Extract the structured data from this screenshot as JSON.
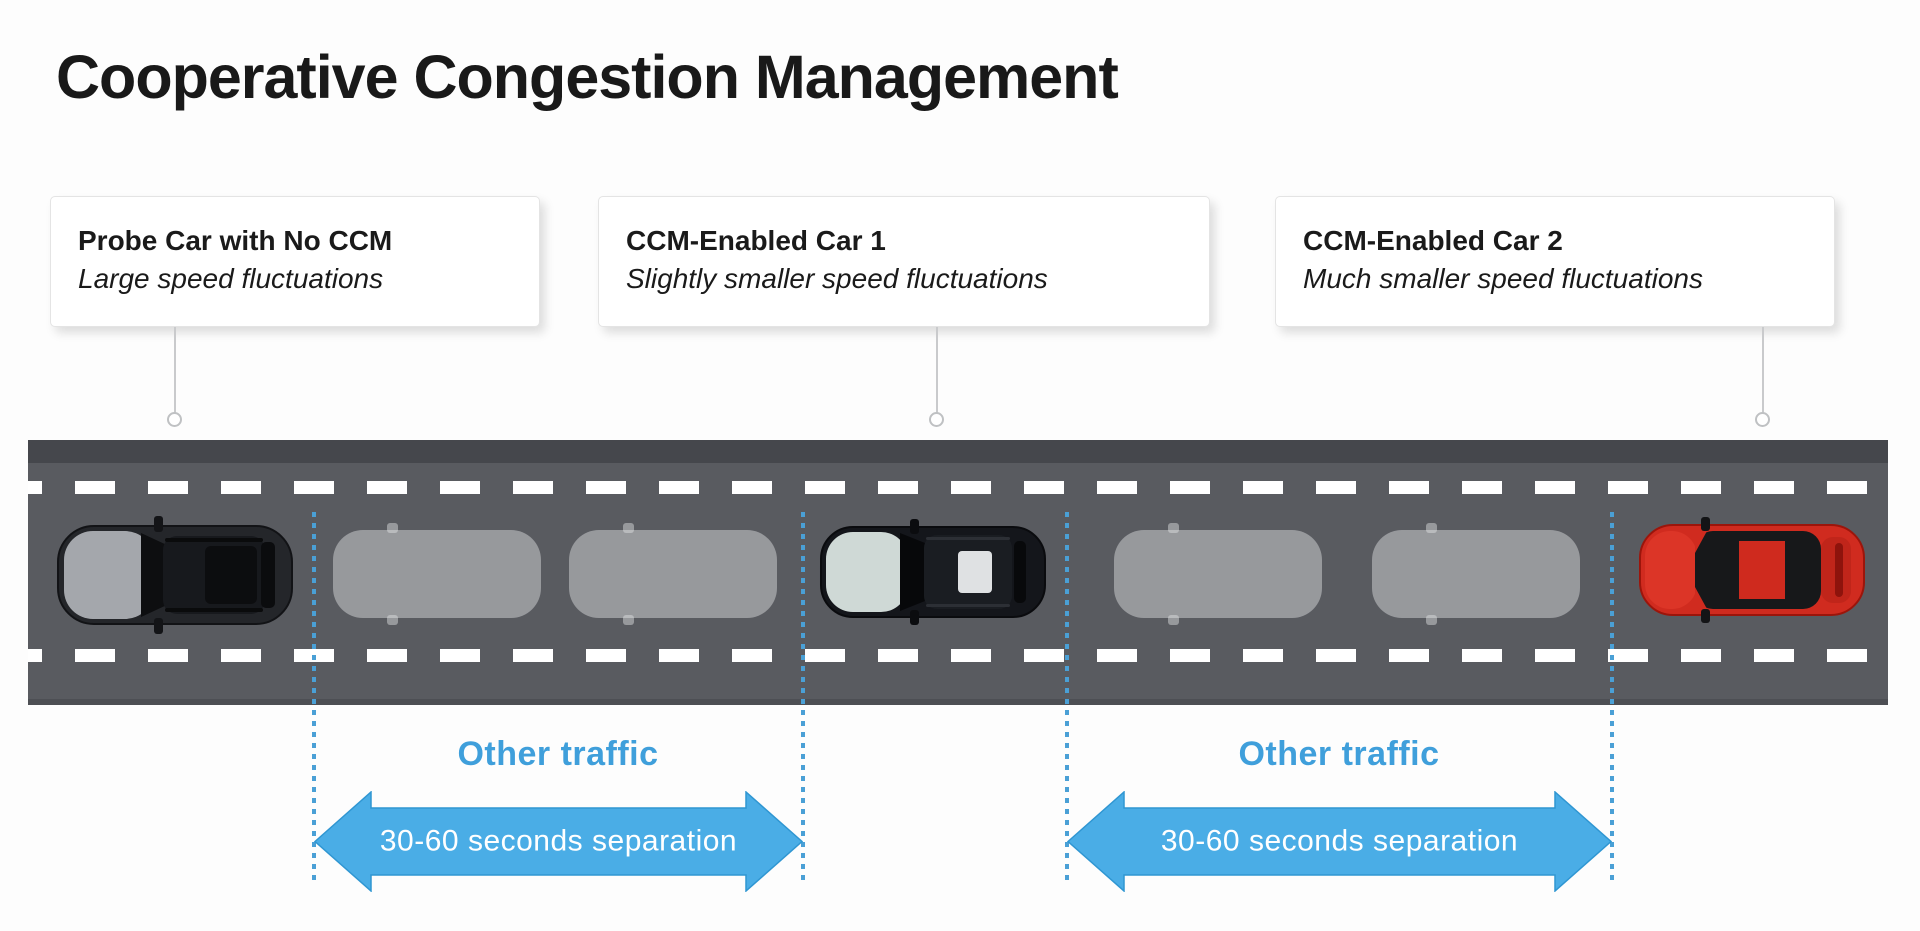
{
  "title": "Cooperative Congestion Management",
  "callouts": [
    {
      "title": "Probe Car with No CCM",
      "subtitle": "Large speed fluctuations"
    },
    {
      "title": "CCM-Enabled Car 1",
      "subtitle": "Slightly smaller speed fluctuations"
    },
    {
      "title": "CCM-Enabled Car 2",
      "subtitle": "Much smaller speed fluctuations"
    }
  ],
  "separations": [
    {
      "label": "Other traffic",
      "arrow_text": "30-60 seconds separation"
    },
    {
      "label": "Other traffic",
      "arrow_text": "30-60 seconds separation"
    }
  ],
  "cars": [
    {
      "id": "probe-car",
      "description": "dark SUV with silver hood, facing left"
    },
    {
      "id": "ghost-car-1",
      "description": "faded gray car silhouette (other traffic)"
    },
    {
      "id": "ghost-car-2",
      "description": "faded gray car silhouette (other traffic)"
    },
    {
      "id": "ccm-car-1",
      "description": "dark car with pale hood, facing left"
    },
    {
      "id": "ghost-car-3",
      "description": "faded gray car silhouette (other traffic)"
    },
    {
      "id": "ghost-car-4",
      "description": "faded gray car silhouette (other traffic)"
    },
    {
      "id": "ccm-car-2",
      "description": "red sports car, facing left"
    }
  ],
  "colors": {
    "title-text": "#191919",
    "box-border": "#e4e4e4",
    "road": "#595b60",
    "road-edge": "#45474c",
    "lane-dash": "#ffffff",
    "dot-line": "#4aa0d6",
    "blue-text": "#3f9fdb",
    "arrow-fill": "#4aade6",
    "arrow-stroke": "#2f96d2",
    "ghost-car": "rgba(226,228,231,0.45)",
    "probe-body": "#24262a",
    "probe-hood": "#a4a7ac",
    "ccm1-body": "#14161b",
    "ccm1-hood": "#cfd9d6",
    "red-body": "#d02b1f"
  }
}
